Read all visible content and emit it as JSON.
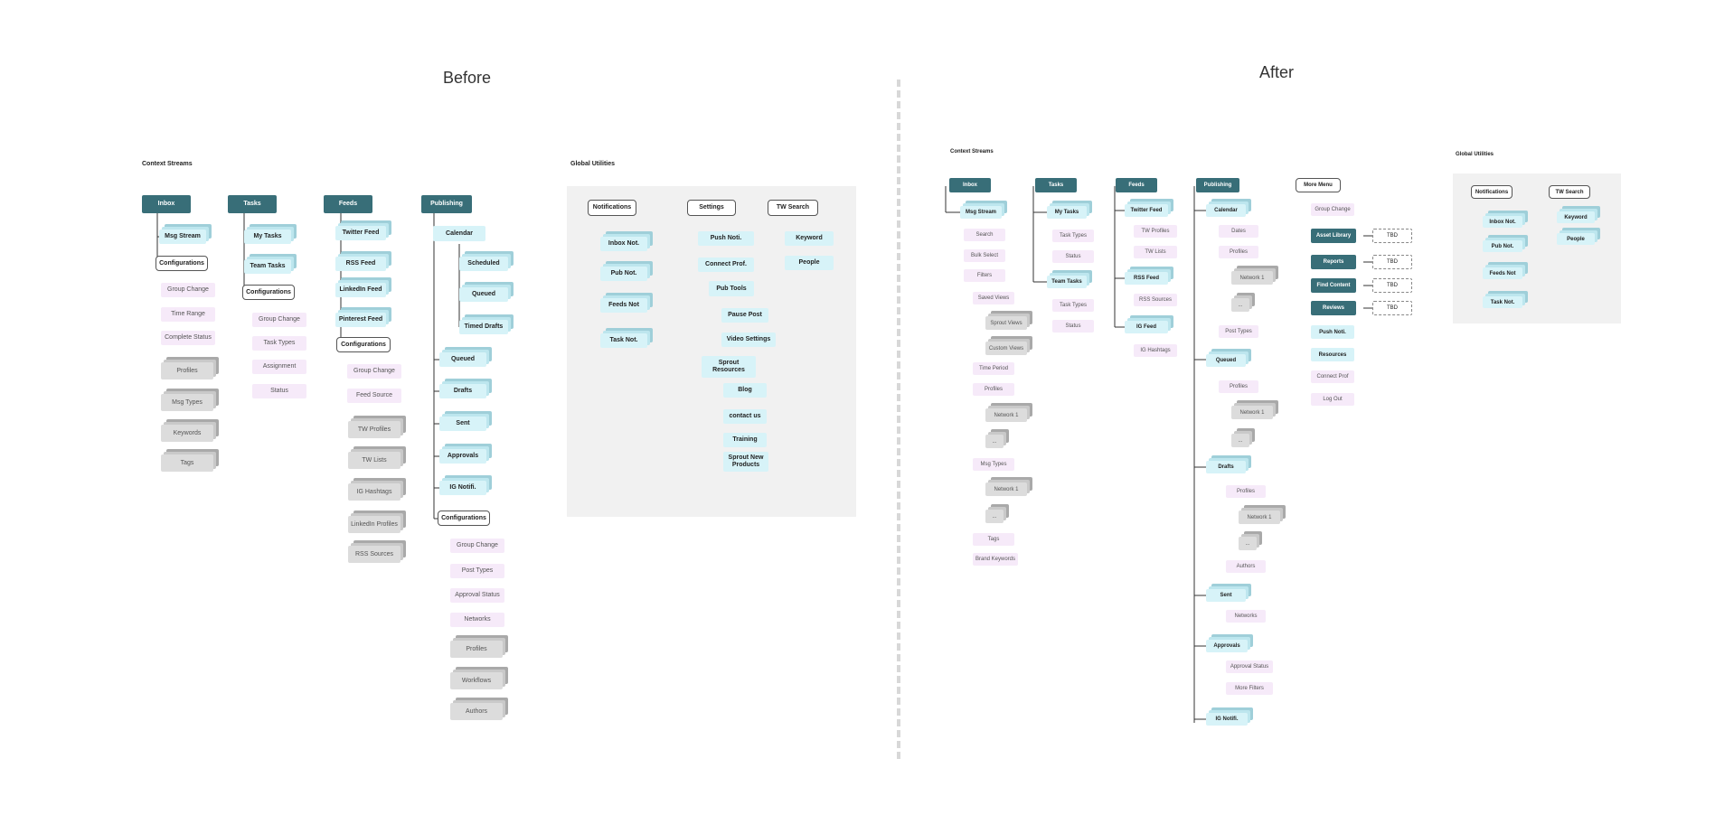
{
  "before": {
    "title": "Before",
    "context_heading": "Context Streams",
    "global_heading": "Global Utilities",
    "inbox": {
      "label": "Inbox",
      "children": [
        "Msg Stream",
        "Configurations"
      ],
      "config": [
        "Group Change",
        "Time Range",
        "Complete Status"
      ],
      "stacks": [
        "Profiles",
        "Msg Types",
        "Keywords",
        "Tags"
      ]
    },
    "tasks": {
      "label": "Tasks",
      "children": [
        "My Tasks",
        "Team Tasks",
        "Configurations"
      ],
      "config": [
        "Group Change",
        "Task Types",
        "Assignment",
        "Status"
      ]
    },
    "feeds": {
      "label": "Feeds",
      "children": [
        "Twitter Feed",
        "RSS Feed",
        "LinkedIn Feed",
        "Pinterest Feed",
        "Configurations"
      ],
      "config": [
        "Group Change",
        "Feed Source"
      ],
      "stacks": [
        "TW Profiles",
        "TW Lists",
        "IG Hashtags",
        "LinkedIn Profiles",
        "RSS Sources"
      ]
    },
    "publishing": {
      "label": "Publishing",
      "calendar": "Calendar",
      "calendar_children": [
        "Scheduled",
        "Queued",
        "Timed Drafts"
      ],
      "children": [
        "Queued",
        "Drafts",
        "Sent",
        "Approvals",
        "IG Notifi.",
        "Configurations"
      ],
      "config": [
        "Group Change",
        "Post Types",
        "Approval Status",
        "Networks"
      ],
      "stacks": [
        "Profiles",
        "Workflows",
        "Authors"
      ]
    },
    "notifications": {
      "label": "Notifications",
      "children": [
        "Inbox Not.",
        "Pub Not.",
        "Feeds Not",
        "Task Not."
      ]
    },
    "settings": {
      "label": "Settings",
      "children": [
        "Push Noti.",
        "Connect Prof.",
        "Pub Tools"
      ],
      "pub_tools": [
        "Pause Post",
        "Video Settings"
      ],
      "sprout": "Sprout Resources",
      "sprout_children": [
        "Blog",
        "contact us",
        "Training",
        "Sprout New Products"
      ]
    },
    "tw_search": {
      "label": "TW Search",
      "children": [
        "Keyword",
        "People"
      ]
    }
  },
  "after": {
    "title": "After",
    "context_heading": "Context Streams",
    "global_heading": "Global Utilities",
    "inbox": {
      "label": "Inbox",
      "msg": "Msg Stream",
      "filters": [
        "Search",
        "Bulk Select",
        "Filters",
        "Saved Views"
      ],
      "views": [
        "Sprout Views",
        "Custom Views"
      ],
      "more": [
        "Time Period",
        "Profiles"
      ],
      "network": "Network 1",
      "ellipsis": "...",
      "msg_types": "Msg Types",
      "tags": "Tags",
      "brand": "Brand Keywords"
    },
    "tasks": {
      "label": "Tasks",
      "my": "My Tasks",
      "team": "Team Tasks",
      "my_children": [
        "Task Types",
        "Status"
      ],
      "team_children": [
        "Task Types",
        "Status"
      ]
    },
    "feeds": {
      "label": "Feeds",
      "twitter": "Twitter Feed",
      "twitter_children": [
        "TW Profiles",
        "TW Lists"
      ],
      "rss": "RSS Feed",
      "rss_children": [
        "RSS Sources"
      ],
      "ig": "IG Feed",
      "ig_children": [
        "IG Hashtags"
      ]
    },
    "publishing": {
      "label": "Publishing",
      "calendar": "Calendar",
      "calendar_children": [
        "Dates",
        "Profiles"
      ],
      "post_types": "Post Types",
      "queued": "Queued",
      "drafts": "Drafts",
      "sent": "Sent",
      "approvals": "Approvals",
      "ig": "IG Notifi.",
      "profiles": "Profiles",
      "authors": "Authors",
      "networks": "Networks",
      "approval_status": "Approval Status",
      "more_filters": "More Filters"
    },
    "more_menu": {
      "label": "More Menu",
      "group_change": "Group Change",
      "items": [
        "Asset Library",
        "Reports",
        "Find Content",
        "Reviews"
      ],
      "tbd": "TBD",
      "plain": [
        "Push Noti.",
        "Resources"
      ],
      "links": [
        "Connect Prof",
        "Log Out"
      ]
    },
    "notifications": {
      "label": "Notifications",
      "children": [
        "Inbox Not.",
        "Pub Not.",
        "Feeds Not",
        "Task Not."
      ]
    },
    "tw_search": {
      "label": "TW Search",
      "children": [
        "Keyword",
        "People"
      ]
    }
  },
  "colors": {
    "dark": "#386e78",
    "light_blue": "#d7f3f8",
    "pink": "#f6eaf9",
    "gray": "#dcdcdc",
    "panel": "#f1f1f1"
  }
}
